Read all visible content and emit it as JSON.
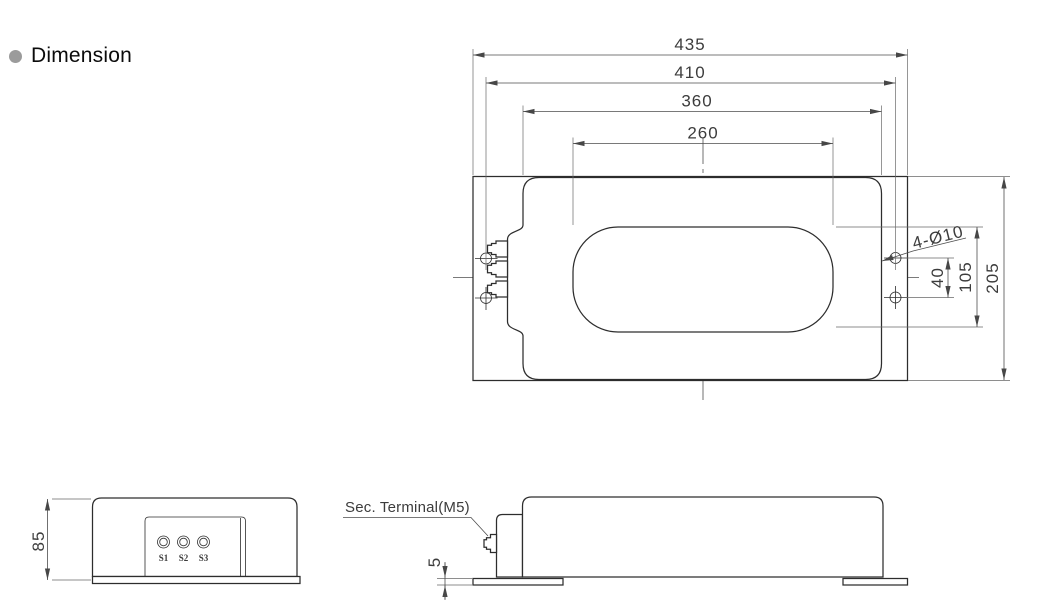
{
  "header": {
    "title": "Dimension",
    "bullet_color": "#9b9b9b"
  },
  "drawing": {
    "colors": {
      "object_line": "#2d2d2d",
      "dimension_line": "#4d4d4d",
      "text": "#3c3c3c",
      "background": "#ffffff"
    },
    "top_view": {
      "width_overall": "435",
      "width_hole_span": "410",
      "width_body": "360",
      "width_window": "260",
      "height_overall": "205",
      "height_window": "105",
      "hole_spacing": "40",
      "holes_note": "4-Ø10"
    },
    "front_view": {
      "height_body": "85",
      "terminal_labels": [
        "S1",
        "S2",
        "S3"
      ]
    },
    "side_view": {
      "terminal_note": "Sec. Terminal(M5)",
      "base_thickness": "5"
    }
  }
}
